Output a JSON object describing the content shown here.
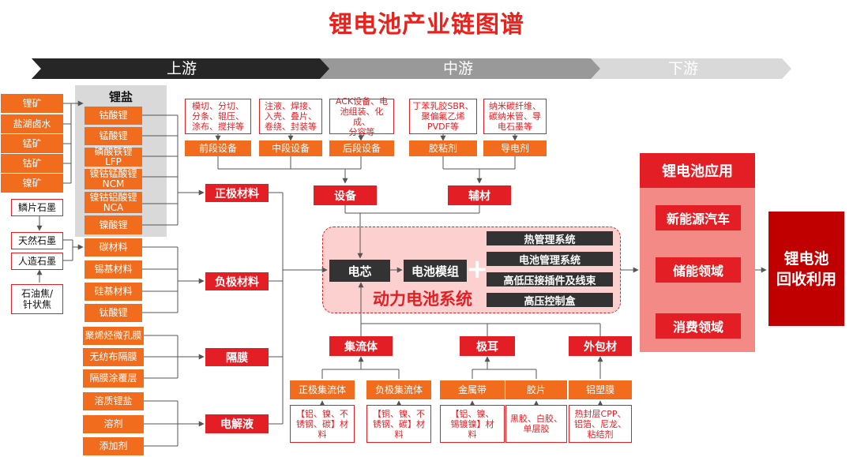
{
  "title": "锂电池产业链图谱",
  "stages": {
    "upstream": "上游",
    "midstream": "中游",
    "downstream": "下游"
  },
  "salt_header": "锂盐",
  "raw_materials": [
    "锂矿",
    "盐湖卤水",
    "锰矿",
    "钴矿",
    "镍矿"
  ],
  "graphite": {
    "flake": "鳞片石墨",
    "natural": "天然石墨",
    "artificial": "人造石墨",
    "coke": "石油焦/\n针状焦"
  },
  "lithium_salts": [
    "钴酸锂",
    "锰酸锂",
    "磷酸铁锂\nLFP",
    "镍钴锰酸锂\nNCM",
    "镍钴铝酸锂\nNCA",
    "镍酸锂"
  ],
  "anode_materials": [
    "碳材料",
    "锡基材料",
    "硅基材料",
    "钛酸锂"
  ],
  "separator_types": [
    "聚烯烃微孔膜",
    "无纺布隔膜",
    "隔膜涂覆层"
  ],
  "electrolyte_types": [
    "溶质锂盐",
    "溶剂",
    "添加剂"
  ],
  "material_categories": [
    "正极材料",
    "负极材料",
    "隔膜",
    "电解液"
  ],
  "equipment_details": [
    "模切、分切、\n分条、辊压、\n涂布、搅拌等",
    "注液、焊接、\n入壳、叠片、\n卷绕、封装等",
    "ACK设备、电\n池组装、化成、\n分容等"
  ],
  "equipment_stages": [
    "前段设备",
    "中段设备",
    "后段设备"
  ],
  "auxiliary_details": [
    "丁苯乳胶SBR、\n聚偏氟乙烯\nPVDF等",
    "纳米碳纤维、\n碳纳米管、导\n电石墨等"
  ],
  "auxiliary_types": [
    "胶粘剂",
    "导电剂"
  ],
  "equipment": "设备",
  "auxiliary": "辅材",
  "cell": "电芯",
  "module": "电池模组",
  "plus": "+",
  "systems": [
    "热管理系统",
    "电池管理系统",
    "高低压接插件及线束",
    "高压控制盒"
  ],
  "power_system": "动力电池系统",
  "components": [
    "集流体",
    "极耳",
    "外包材"
  ],
  "component_types": [
    "正极集流体",
    "负极集流体",
    "金属带",
    "胶片",
    "铝塑膜"
  ],
  "component_details": [
    "【铝、镍、不\n锈钢、碳】材\n料",
    "【铜、镍、不\n锈钢、碳】材\n料",
    "【铝、镍、\n锡镀镍】材\n料",
    "黑胶、白胶、\n单层胶",
    "热封层CPP、\n铝箔、尼龙、\n粘结剂"
  ],
  "application_title": "锂电池应用",
  "applications": [
    "新能源汽车",
    "储能领域",
    "消费领域"
  ],
  "recycling": "锂电池\n回收利用",
  "colors": {
    "red": "#e31e24",
    "orange": "#f26c1e",
    "dark": "#333333",
    "pink": "#fbd0cf",
    "salmon": "#f48a86"
  }
}
